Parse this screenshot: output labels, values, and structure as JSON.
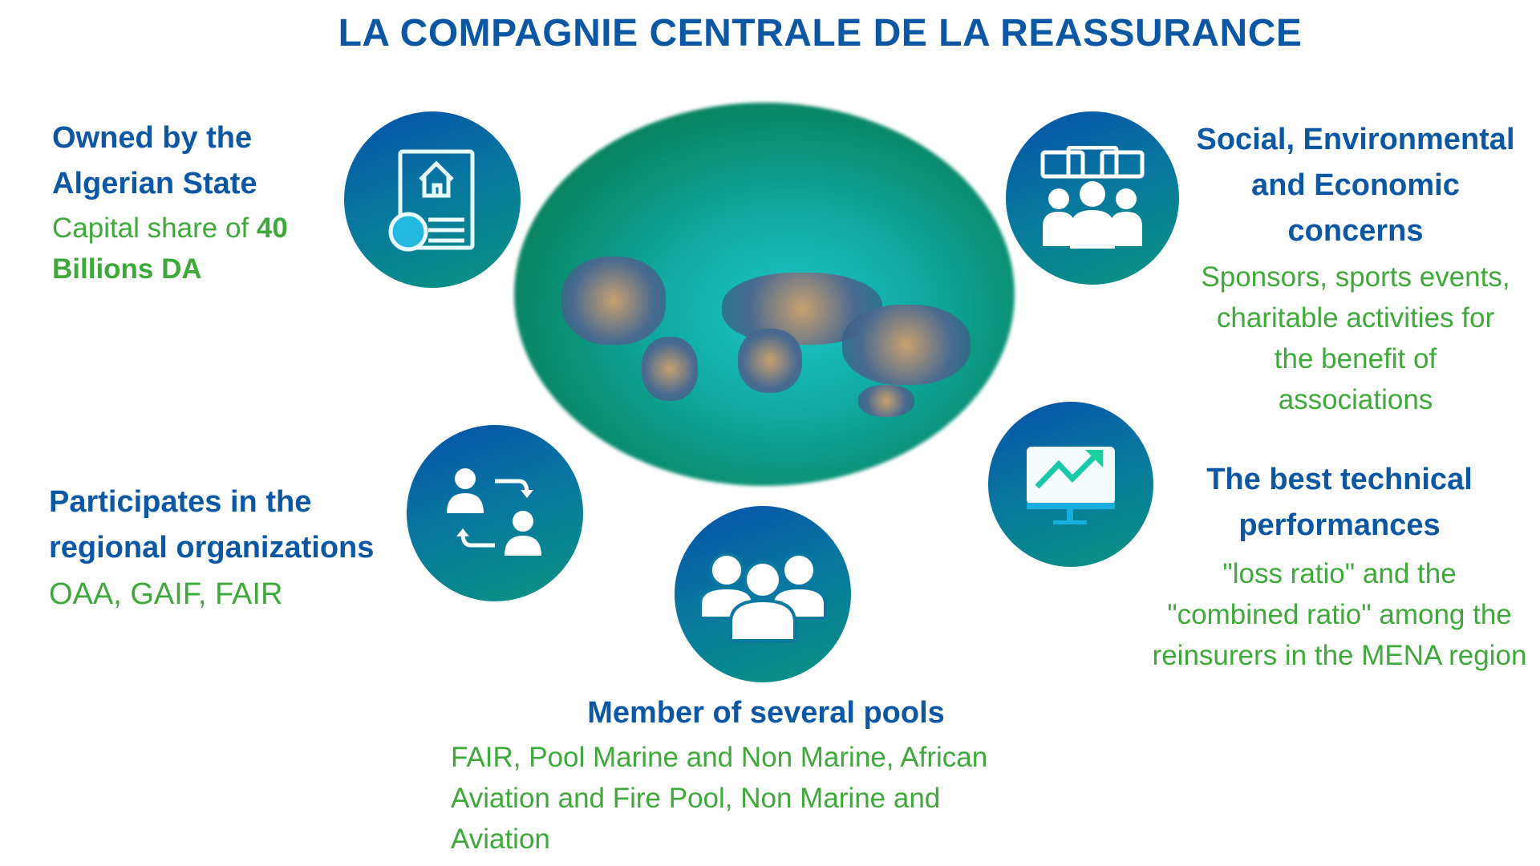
{
  "title": "LA COMPAGNIE CENTRALE DE LA REASSURANCE",
  "owned": {
    "heading": [
      "Owned by the",
      "Algerian State"
    ],
    "detail_prefix": "Capital share of ",
    "detail_bold_1": "40",
    "detail_bold_2": "Billions DA",
    "icon": "house-document-icon"
  },
  "social": {
    "heading": [
      "Social, Environmental",
      "and Economic",
      "concerns"
    ],
    "detail": [
      "Sponsors, sports events,",
      "charitable activities for",
      "the benefit of",
      "associations"
    ],
    "icon": "people-speech-icon"
  },
  "regional": {
    "heading": [
      "Participates in the",
      "regional organizations"
    ],
    "detail": "OAA, GAIF, FAIR",
    "icon": "exchange-people-icon"
  },
  "pools": {
    "heading": "Member of several pools",
    "detail": [
      "FAIR, Pool Marine and Non Marine, African",
      "Aviation and Fire Pool, Non Marine and",
      "Aviation"
    ],
    "icon": "group-icon"
  },
  "performance": {
    "heading": [
      "The best technical",
      "performances"
    ],
    "detail": [
      "\"loss ratio\" and the",
      "\"combined ratio\" among the",
      "reinsurers in the MENA region"
    ],
    "icon": "trend-chart-icon"
  },
  "colors": {
    "blue": "#0b57a4",
    "green": "#3fa83a"
  }
}
